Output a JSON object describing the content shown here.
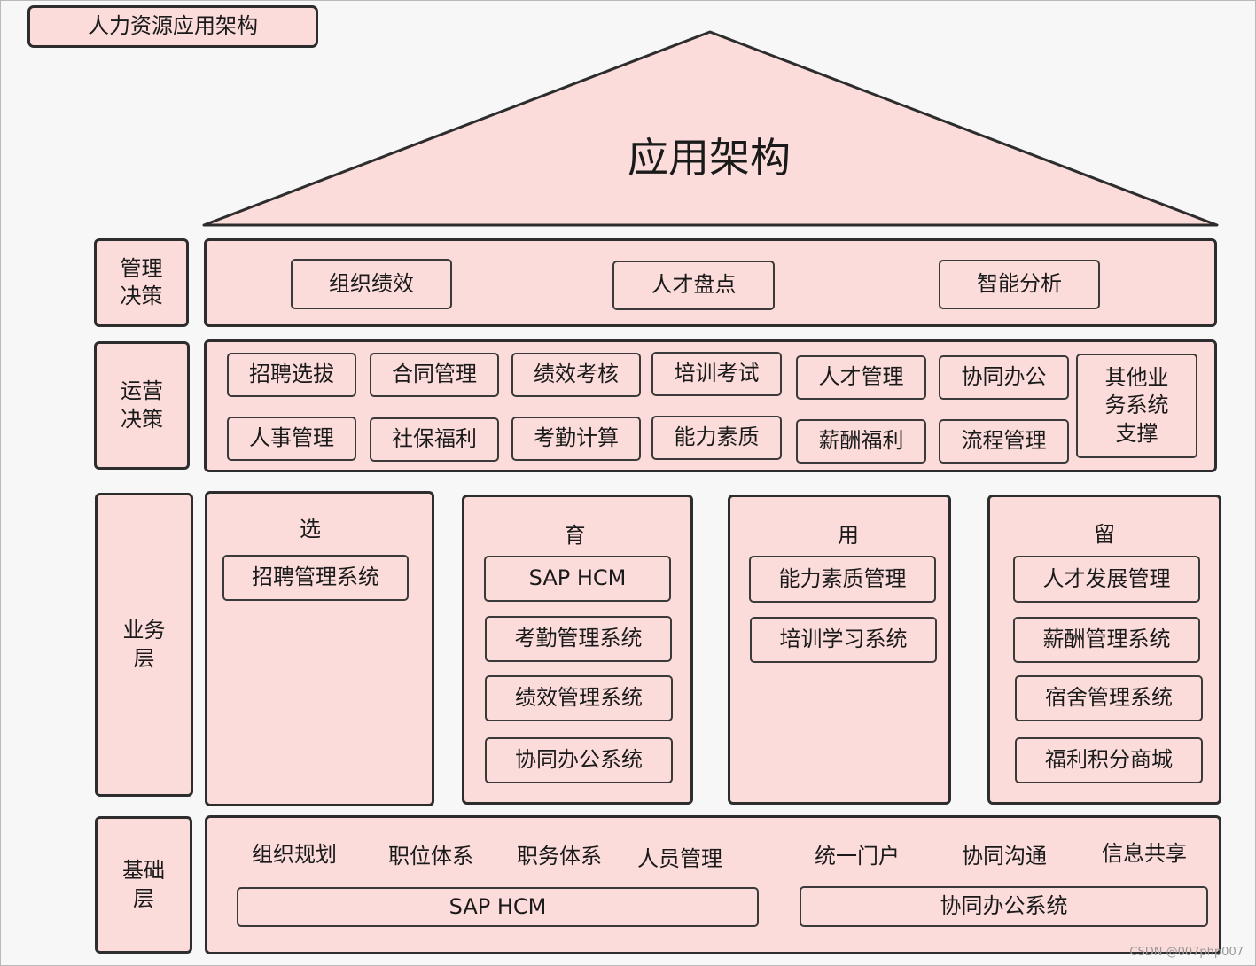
{
  "title_tag": "人力资源应用架构",
  "roof": {
    "title": "应用架构"
  },
  "layers": {
    "management": {
      "label": "管理\n决策",
      "items": [
        "组织绩效",
        "人才盘点",
        "智能分析"
      ]
    },
    "operations": {
      "label": "运营\n决策",
      "row1": [
        "招聘选拔",
        "合同管理",
        "绩效考核",
        "培训考试",
        "人才管理",
        "协同办公"
      ],
      "row2": [
        "人事管理",
        "社保福利",
        "考勤计算",
        "能力素质",
        "薪酬福利",
        "流程管理"
      ],
      "other": "其他业\n务系统\n支撑"
    },
    "business": {
      "label": "业务\n层",
      "columns": [
        {
          "title": "选",
          "systems": [
            "招聘管理系统"
          ]
        },
        {
          "title": "育",
          "systems": [
            "SAP HCM",
            "考勤管理系统",
            "绩效管理系统",
            "协同办公系统"
          ]
        },
        {
          "title": "用",
          "systems": [
            "能力素质管理",
            "培训学习系统"
          ]
        },
        {
          "title": "留",
          "systems": [
            "人才发展管理",
            "薪酬管理系统",
            "宿舍管理系统",
            "福利积分商城"
          ]
        }
      ]
    },
    "foundation": {
      "label": "基础\n层",
      "items": [
        "组织规划",
        "职位体系",
        "职务体系",
        "人员管理",
        "统一门户",
        "协同沟通",
        "信息共享"
      ],
      "platforms": [
        "SAP HCM",
        "协同办公系统"
      ]
    }
  },
  "watermark": "CSDN @007php007",
  "colors": {
    "fill": "#fbdcda",
    "stroke": "#2d2d2d"
  }
}
